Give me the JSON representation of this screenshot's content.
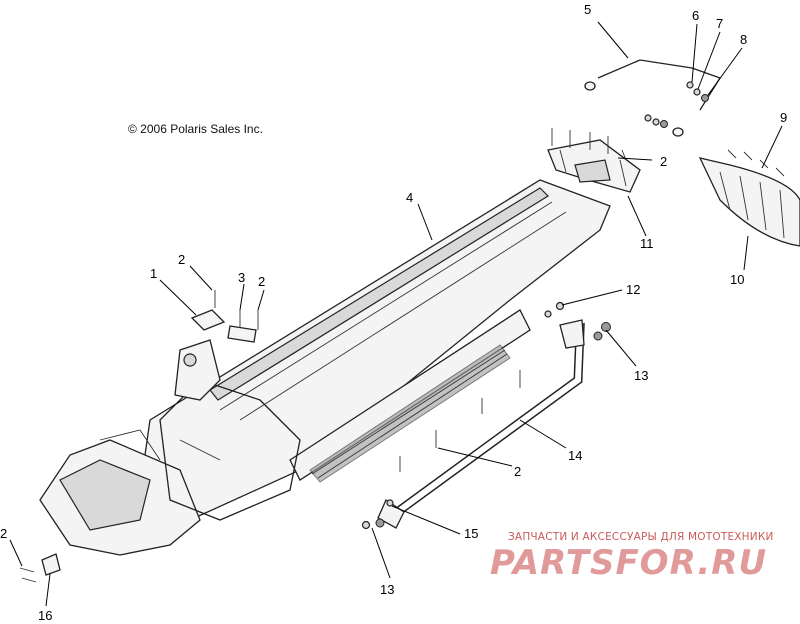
{
  "copyright": "© 2006 Polaris Sales Inc.",
  "watermark": {
    "small_text": "ЗАПЧАСТИ И АКСЕССУАРЫ ДЛЯ МОТОТЕХНИКИ",
    "brand_text": "PARTSFOR.RU",
    "color": "#e09a9a"
  },
  "callouts": {
    "c5": "5",
    "c6": "6",
    "c7": "7",
    "c8": "8",
    "c9": "9",
    "c2_hitch": "2",
    "c11": "11",
    "c10": "10",
    "c4": "4",
    "c1": "1",
    "c2_top": "2",
    "c3": "3",
    "c2_right": "2",
    "c12": "12",
    "c13_right": "13",
    "c14": "14",
    "c2_mid": "2",
    "c15": "15",
    "c13_bottom": "13",
    "c2_left": "2",
    "c16": "16"
  }
}
